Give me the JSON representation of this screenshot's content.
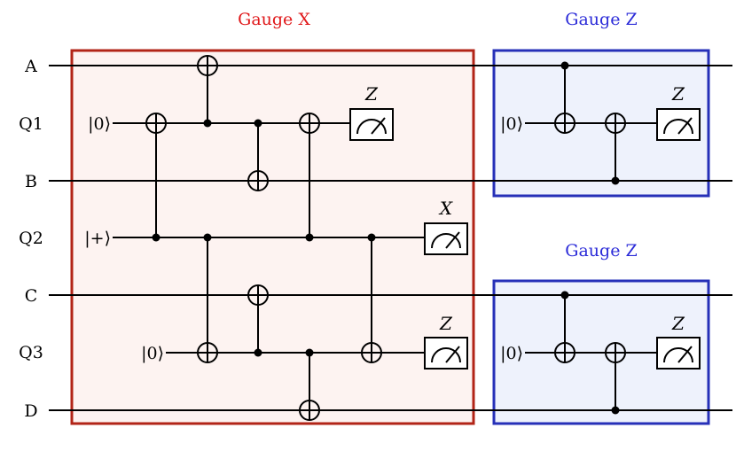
{
  "colors": {
    "gauge_x_stroke": "#b22417",
    "gauge_x_fill": "#fdf3f1",
    "gauge_x_title": "#e0191b",
    "gauge_z_stroke": "#2630b8",
    "gauge_z_fill": "#eef2fc",
    "gauge_z_title": "#2b2bd8"
  },
  "wires": [
    {
      "id": "A",
      "label": "A"
    },
    {
      "id": "Q1",
      "label": "Q1"
    },
    {
      "id": "B",
      "label": "B"
    },
    {
      "id": "Q2",
      "label": "Q2"
    },
    {
      "id": "C",
      "label": "C"
    },
    {
      "id": "Q3",
      "label": "Q3"
    },
    {
      "id": "D",
      "label": "D"
    }
  ],
  "gauges": {
    "x": {
      "title": "Gauge X"
    },
    "z_top": {
      "title": "Gauge Z"
    },
    "z_bottom": {
      "title": "Gauge Z"
    }
  },
  "gauge_x": {
    "inits": [
      {
        "wire": "Q1",
        "state": "|0⟩"
      },
      {
        "wire": "Q2",
        "state": "|+⟩"
      },
      {
        "wire": "Q3",
        "state": "|0⟩"
      }
    ],
    "gates": [
      {
        "control": "Q2",
        "target": "Q1"
      },
      {
        "control": "Q1",
        "target": "A"
      },
      {
        "control": "Q2",
        "target": "Q3"
      },
      {
        "control": "Q1",
        "target": "B"
      },
      {
        "control": "Q3",
        "target": "C"
      },
      {
        "control": "Q2",
        "target": "Q1"
      },
      {
        "control": "Q3",
        "target": "D"
      },
      {
        "control": "Q2",
        "target": "Q3"
      }
    ],
    "measurements": [
      {
        "wire": "Q1",
        "basis": "Z"
      },
      {
        "wire": "Q2",
        "basis": "X"
      },
      {
        "wire": "Q3",
        "basis": "Z"
      }
    ]
  },
  "gauge_z_top": {
    "init": {
      "wire": "Q1",
      "state": "|0⟩"
    },
    "gates": [
      {
        "control": "A",
        "target": "Q1"
      },
      {
        "control": "B",
        "target": "Q1"
      }
    ],
    "measurement": {
      "wire": "Q1",
      "basis": "Z"
    }
  },
  "gauge_z_bottom": {
    "init": {
      "wire": "Q3",
      "state": "|0⟩"
    },
    "gates": [
      {
        "control": "C",
        "target": "Q3"
      },
      {
        "control": "D",
        "target": "Q3"
      }
    ],
    "measurement": {
      "wire": "Q3",
      "basis": "Z"
    }
  }
}
